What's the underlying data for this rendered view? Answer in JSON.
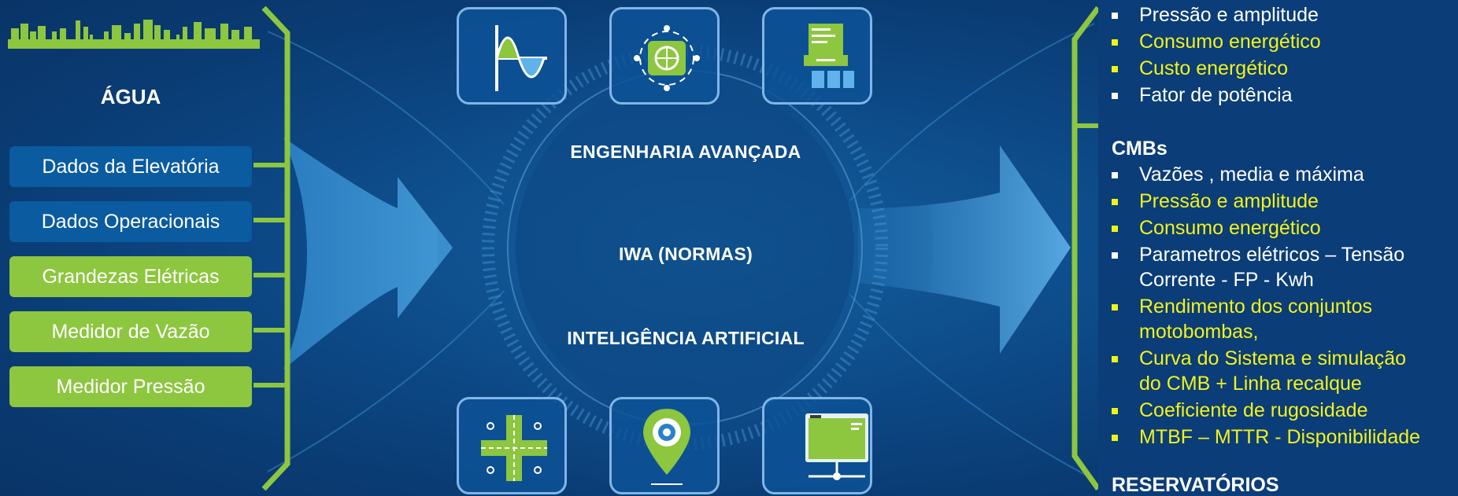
{
  "left_panel": {
    "title": "ÁGUA",
    "boxes": [
      {
        "label": "Dados da Elevatória",
        "style": "blue"
      },
      {
        "label": "Dados Operacionais",
        "style": "blue"
      },
      {
        "label": "Grandezas Elétricas",
        "style": "green"
      },
      {
        "label": "Medidor de Vazão",
        "style": "green"
      },
      {
        "label": "Medidor Pressão",
        "style": "green"
      }
    ]
  },
  "center": {
    "labels": [
      "ENGENHARIA AVANÇADA",
      "IWA (NORMAS)",
      "INTELIGÊNCIA  ARTIFICIAL"
    ],
    "top_tiles": [
      "wave-chart-icon",
      "globe-network-icon",
      "flowchart-icon"
    ],
    "bottom_tiles": [
      "circuit-cross-icon",
      "location-pin-icon",
      "monitor-network-icon"
    ]
  },
  "right_panel": {
    "section1_items": [
      {
        "text": "Pressão e amplitude",
        "color": "white"
      },
      {
        "text": "Consumo energético",
        "color": "yellow"
      },
      {
        "text": "Custo energético",
        "color": "yellow"
      },
      {
        "text": "Fator de potência",
        "color": "white"
      }
    ],
    "section2_title": "CMBs",
    "section2_items": [
      {
        "text": "Vazões , media e máxima",
        "color": "white"
      },
      {
        "text": "Pressão  e amplitude",
        "color": "yellow"
      },
      {
        "text": "Consumo energético",
        "color": "yellow"
      },
      {
        "text": "Parametros elétricos – Tensão",
        "cont": "Corrente - FP - Kwh",
        "color": "white"
      },
      {
        "text": "Rendimento dos conjuntos",
        "cont": "motobombas,",
        "color": "yellow"
      },
      {
        "text": "Curva do Sistema e simulação",
        "cont": "do CMB + Linha recalque",
        "color": "yellow"
      },
      {
        "text": "Coeficiente de rugosidade",
        "color": "yellow"
      },
      {
        "text": "MTBF – MTTR - Disponibilidade",
        "color": "yellow"
      }
    ],
    "section3_title": "RESERVATÓRIOS"
  },
  "colors": {
    "background": "#0b3d78",
    "accent_green": "#8dc63f",
    "accent_yellow": "#f2f21a",
    "box_blue": "#0a5ba0",
    "tile_border": "#7fb6e6"
  }
}
